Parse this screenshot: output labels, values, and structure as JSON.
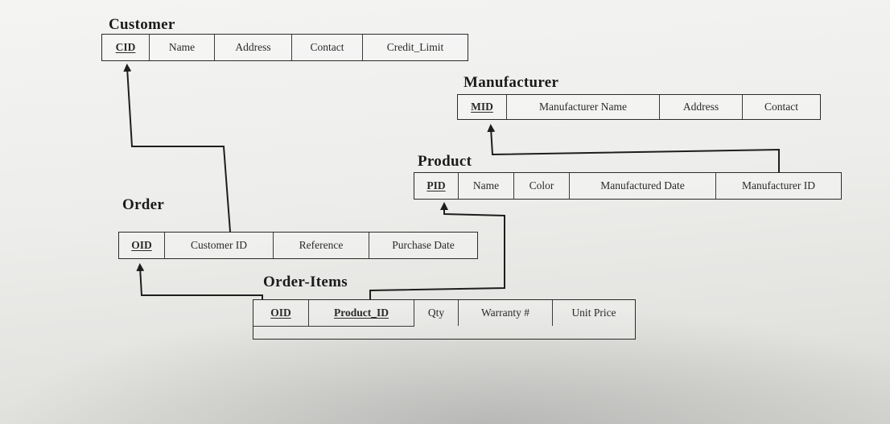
{
  "customer": {
    "title": "Customer",
    "fields": [
      "CID",
      "Name",
      "Address",
      "Contact",
      "Credit_Limit"
    ]
  },
  "manufacturer": {
    "title": "Manufacturer",
    "fields": [
      "MID",
      "Manufacturer Name",
      "Address",
      "Contact"
    ]
  },
  "product": {
    "title": "Product",
    "fields": [
      "PID",
      "Name",
      "Color",
      "Manufactured Date",
      "Manufacturer ID"
    ]
  },
  "order": {
    "title": "Order",
    "fields": [
      "OID",
      "Customer ID",
      "Reference",
      "Purchase Date"
    ]
  },
  "order_items": {
    "title": "Order-Items",
    "fields": [
      "OID",
      "Product_ID",
      "Qty",
      "Warranty #",
      "Unit Price"
    ]
  }
}
